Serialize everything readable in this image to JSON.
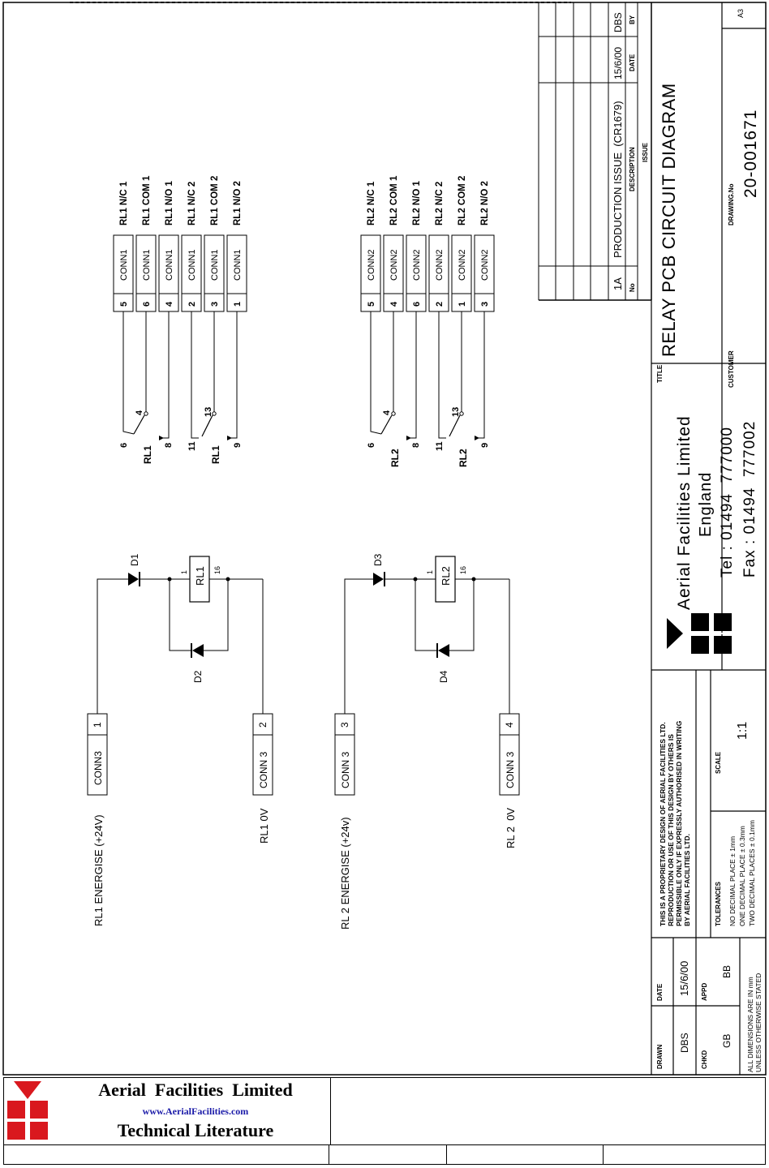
{
  "schematic": {
    "rl1_switch_labels": [
      "RL1 N/C 1",
      "RL1 COM 1",
      "RL1 N/O 1",
      "RL1 N/C 2",
      "RL1 COM 2",
      "RL1 N/O 2"
    ],
    "rl1_conn_pins": [
      "5",
      "6",
      "4",
      "2",
      "3",
      "1"
    ],
    "rl1_conn_name": "CONN1",
    "rl2_switch_labels": [
      "RL2 N/C 1",
      "RL2 COM 1",
      "RL2 N/O 1",
      "RL2 N/C 2",
      "RL2 COM 2",
      "RL2 N/O 2"
    ],
    "rl2_conn_pins": [
      "5",
      "4",
      "6",
      "2",
      "1",
      "3"
    ],
    "rl2_conn_name": "CONN2",
    "relay1": "RL1",
    "relay2": "RL2",
    "contact_pins": {
      "a": "6",
      "b": "4",
      "c": "8",
      "d": "11",
      "e": "13",
      "f": "9"
    },
    "coil_pins": {
      "start": "1",
      "end": "16"
    },
    "diodes": {
      "d1": "D1",
      "d2": "D2",
      "d3": "D3",
      "d4": "D4"
    },
    "conn3": "CONN3",
    "conn3_spaced": "CONN 3",
    "conn3_pins": [
      "1",
      "2",
      "3",
      "4"
    ],
    "nets": {
      "rl1_energise": "RL1 ENERGISE (+24V)",
      "rl1_0v": "RL1 0V",
      "rl2_energise": "RL 2 ENERGISE (+24v)",
      "rl2_0v": "RL 2  0V"
    }
  },
  "revisions": {
    "row": {
      "no": "1A",
      "description": "PRODUCTION ISSUE  (CR1679)",
      "date": "15/6/00",
      "by": "DBS"
    },
    "headers": {
      "no": "No",
      "description": "DESCRIPTION",
      "date": "DATE",
      "by": "BY",
      "issue": "ISSUE"
    }
  },
  "title_block": {
    "title_label": "TITLE",
    "title": "RELAY PCB CIRCUIT DIAGRAM",
    "company": "Aerial Facilities Limited",
    "country": "England",
    "tel": "Tel : 01494  777000",
    "fax": "Fax : 01494  777002",
    "customer_label": "CUSTOMER",
    "drawing_no_label": "DRAWING.No",
    "drawing_no": "20-001671",
    "size": "A3",
    "proprietary": [
      "THIS IS A PROPRIETARY DESIGN OF AERIAL FACILITIES LTD.",
      "REPRODUCTION OR USE OF THIS DESIGN BY OTHERS IS",
      "PERMISSIBLE ONLY IF EXPRESSLY AUTHORISED IN WRITING",
      "BY AERIAL FACILITIES LTD."
    ],
    "tolerances_label": "TOLERANCES",
    "tolerances": [
      "NO DECIMAL PLACE ± 1mm",
      "ONE DECIMAL PLACE ± 0.3mm",
      "TWO DECIMAL PLACES ± 0.1mm"
    ],
    "scale_label": "SCALE",
    "scale": "1:1",
    "drawn_label": "DRAWN",
    "drawn": "DBS",
    "date_label": "DATE",
    "date": "15/6/00",
    "chkd_label": "CHKD",
    "chkd": "GB",
    "appd_label": "APPD",
    "appd": "BB",
    "dimensions": [
      "ALL DIMENSIONS ARE IN mm",
      "UNLESS OTHERWISE STATED"
    ]
  },
  "footer": {
    "company": "Aerial  Facilities  Limited",
    "website": "www.AerialFacilities.com",
    "literature": "Technical Literature"
  },
  "colors": {
    "logo_red": "#d9181e",
    "ink": "#000000",
    "web_blue": "#1a1aa8"
  }
}
